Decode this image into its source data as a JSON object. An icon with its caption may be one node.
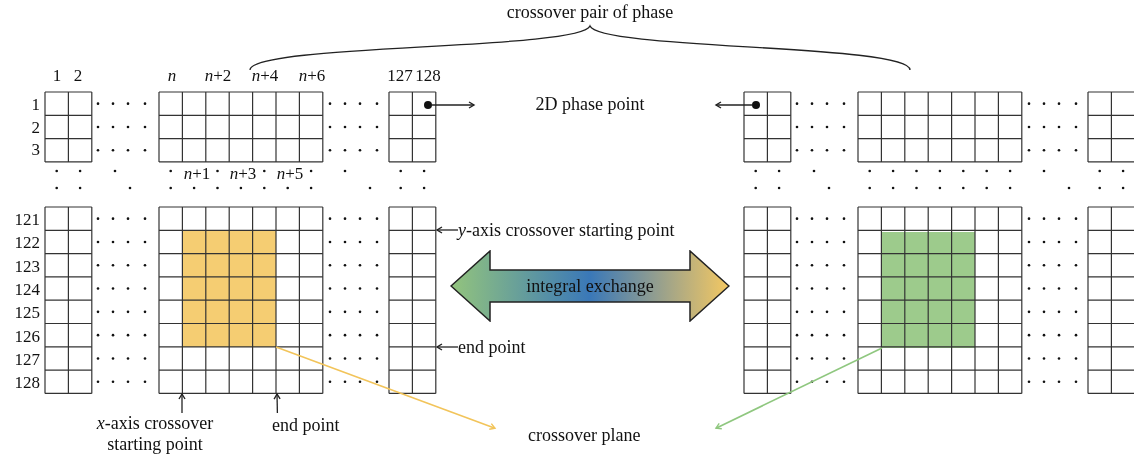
{
  "diagram": {
    "nodes": [
      {
        "text": [],
        "shape": "circle"
      },
      {
        "text": [],
        "shape": "circle"
      },
      {
        "text": [
          "integral exchange"
        ]
      },
      {
        "text": [
          "*y*-axis crossover starting point"
        ]
      },
      {
        "text": [
          "end point"
        ]
      },
      {
        "text": [
          "*x*-axis crossover starting point"
        ]
      },
      {
        "text": [
          "end point"
        ]
      },
      {
        "text": [
          "crossover plane"
        ]
      },
      {
        "text": [],
        "shape": "box"
      },
      {
        "text": [],
        "shape": "box"
      }
    ],
    "edges": [
      {
        "from": 0,
        "to": null,
        "arrow": "to"
      },
      {
        "from": 1,
        "to": null,
        "arrow": "to"
      },
      {
        "from": 3,
        "to": null,
        "arrow": "to"
      },
      {
        "from": 4,
        "to": null,
        "arrow": "to"
      },
      {
        "from": 5,
        "to": null,
        "arrow": "to"
      },
      {
        "from": 6,
        "to": null,
        "arrow": "to"
      },
      {
        "from": 8,
        "to": 7,
        "arrow": "to",
        "color": "#f2c45a"
      },
      {
        "from": 9,
        "to": 7,
        "arrow": "to",
        "color": "#8fc77f"
      }
    ],
    "labels": [
      "crossover pair of phase",
      "2D phase point",
      "1",
      "2",
      "*n*",
      "*n*+2",
      "*n*+4",
      "*n*+6",
      "127",
      "128",
      "1",
      "2",
      "3",
      "*n*+1",
      "*n*+3",
      "*n*+5",
      "121",
      "122",
      "123",
      "124",
      "125",
      "126",
      "127",
      "128"
    ]
  }
}
